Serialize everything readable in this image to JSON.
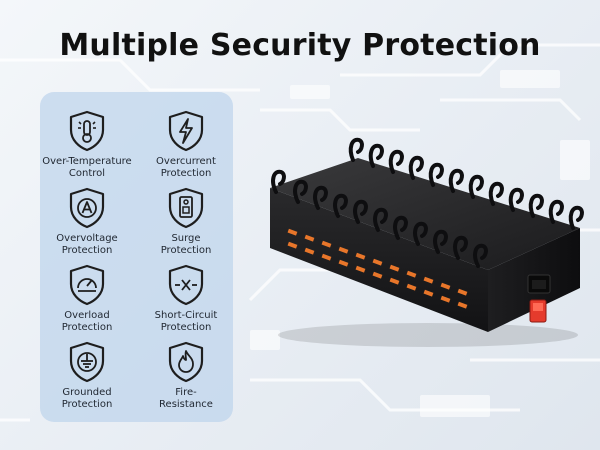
{
  "title": "Multiple Security Protection",
  "features": [
    {
      "icon": "thermometer-sun-icon",
      "label": "Over-Temperature\nControl"
    },
    {
      "icon": "lightning-bolt-icon",
      "label": "Overcurrent\nProtection"
    },
    {
      "icon": "voltage-a-icon",
      "label": "Overvoltage\nProtection"
    },
    {
      "icon": "surge-device-icon",
      "label": "Surge\nProtection"
    },
    {
      "icon": "gauge-icon",
      "label": "Overload\nProtection"
    },
    {
      "icon": "short-circuit-x-icon",
      "label": "Short-Circuit\nProtection"
    },
    {
      "icon": "ground-symbol-icon",
      "label": "Grounded\nProtection"
    },
    {
      "icon": "flame-icon",
      "label": "Fire-\nResistance"
    }
  ],
  "colors": {
    "panel": "#bed4ec",
    "icon_stroke": "#1e1e1e",
    "title": "#111111",
    "port_orange": "#e8762a",
    "switch_red": "#e53b2c"
  }
}
